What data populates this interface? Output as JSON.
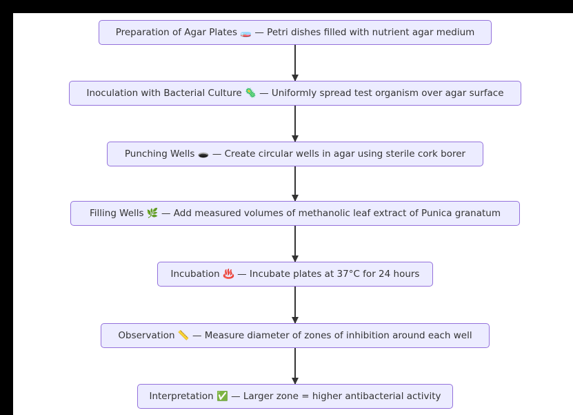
{
  "diagram": {
    "type": "flowchart",
    "direction": "top-to-bottom",
    "steps": [
      {
        "id": "n1",
        "label": "Preparation of Agar Plates 🧫 — Petri dishes filled with nutrient agar medium"
      },
      {
        "id": "n2",
        "label": "Inoculation with Bacterial Culture 🦠 — Uniformly spread test organism over agar surface"
      },
      {
        "id": "n3",
        "label": "Punching Wells 🕳️ — Create circular wells in agar using sterile cork borer"
      },
      {
        "id": "n4",
        "label": "Filling Wells 🌿 — Add measured volumes of methanolic leaf extract of Punica granatum"
      },
      {
        "id": "n5",
        "label": "Incubation ♨️ — Incubate plates at 37°C for 24 hours"
      },
      {
        "id": "n6",
        "label": "Observation 📏 — Measure diameter of zones of inhibition around each well"
      },
      {
        "id": "n7",
        "label": "Interpretation ✅ — Larger zone = higher antibacterial activity"
      }
    ],
    "edges": [
      {
        "from": "n1",
        "to": "n2"
      },
      {
        "from": "n2",
        "to": "n3"
      },
      {
        "from": "n3",
        "to": "n4"
      },
      {
        "from": "n4",
        "to": "n5"
      },
      {
        "from": "n5",
        "to": "n6"
      },
      {
        "from": "n6",
        "to": "n7"
      }
    ],
    "colors": {
      "node_fill": "#ECECFF",
      "node_border": "#9370DB",
      "text": "#333333",
      "edge": "#333333",
      "background": "#FFFFFF",
      "frame": "#000000"
    }
  }
}
